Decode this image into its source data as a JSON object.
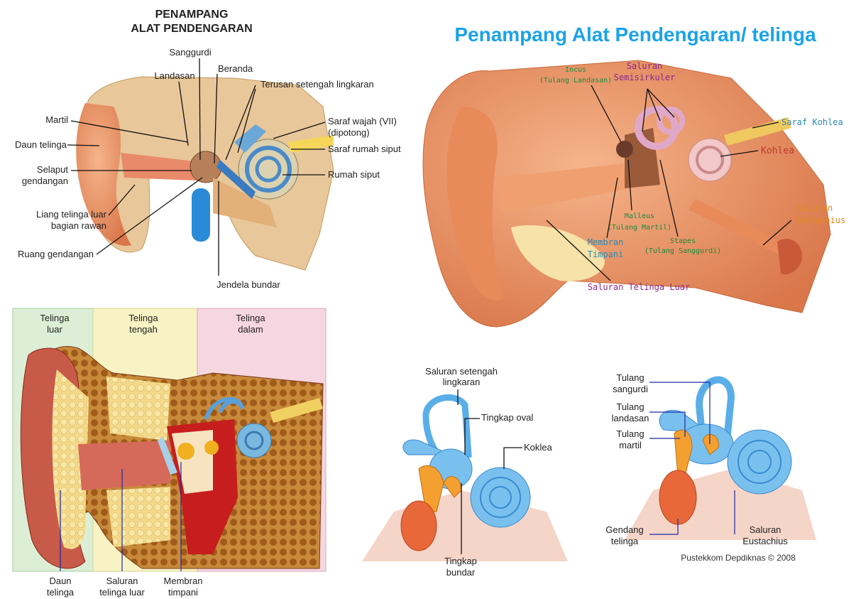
{
  "panel_a": {
    "title_line1": "PENAMPANG",
    "title_line2": "ALAT PENDENGARAN",
    "labels": {
      "sanggurdi": "Sanggurdi",
      "landasan": "Landasan",
      "beranda": "Beranda",
      "terusan": "Terusan setengah lingkaran",
      "martil": "Martil",
      "saraf_wajah_1": "Saraf wajah (VII)",
      "saraf_wajah_2": "(dipotong)",
      "daun_telinga": "Daun telinga",
      "saraf_rumah_siput": "Saraf rumah siput",
      "selaput_1": "Selaput",
      "selaput_2": "gendangan",
      "rumah_siput": "Rumah siput",
      "liang_1": "Liang telinga luar",
      "liang_2": "bagian rawan",
      "ruang_gendangan": "Ruang gendangan",
      "jendela_bundar": "Jendela bundar"
    }
  },
  "panel_b": {
    "title": "Penampang Alat Pendengaran/ telinga",
    "labels": {
      "incus_1": "Incus",
      "incus_2": "(Tulang Landasan)",
      "semi_1": "Saluran",
      "semi_2": "Semisirkuler",
      "saraf_kohlea": "Saraf Kohlea",
      "kohlea": "Kohlea",
      "eust_1": "Saluran",
      "eust_2": "Eustachius",
      "malleus_1": "Malleus",
      "malleus_2": "(Tulang Martil)",
      "membran_1": "Membran",
      "membran_2": "Timpani",
      "stapes_1": "Stapes",
      "stapes_2": "(Tulang Sanggurdi)",
      "saluran_luar": "Saluran Telinga Luar"
    }
  },
  "panel_c": {
    "zones": {
      "luar_1": "Telinga",
      "luar_2": "luar",
      "tengah_1": "Telinga",
      "tengah_2": "tengah",
      "dalam_1": "Telinga",
      "dalam_2": "dalam"
    },
    "bottom": {
      "daun_1": "Daun",
      "daun_2": "telinga",
      "sal_1": "Saluran",
      "sal_2": "telinga luar",
      "mem_1": "Membran",
      "mem_2": "timpani"
    }
  },
  "panel_d": {
    "setengah_1": "Saluran setengah",
    "setengah_2": "lingkaran",
    "tingkap_oval": "Tingkap oval",
    "koklea": "Koklea",
    "tingkap_b1": "Tingkap",
    "tingkap_b2": "bundar"
  },
  "panel_e": {
    "sangurdi_1": "Tulang",
    "sangurdi_2": "sangurdi",
    "landasan_1": "Tulang",
    "landasan_2": "landasan",
    "martil_1": "Tulang",
    "martil_2": "martil",
    "gendang_1": "Gendang",
    "gendang_2": "telinga",
    "eust_1": "Saluran",
    "eust_2": "Eustachius",
    "credit": "Pustekkom Depdiknas © 2008"
  },
  "colors": {
    "title_blue": "#1ba3e8",
    "label_green": "#1d8a3a",
    "label_purple": "#8a2a8a",
    "label_teal": "#2a8ab0",
    "label_red": "#c0392b",
    "label_orange": "#e08a1a",
    "zone_green": "#dcefd6",
    "zone_yellow": "#f7f3c4",
    "zone_pink": "#f6d6e0"
  }
}
